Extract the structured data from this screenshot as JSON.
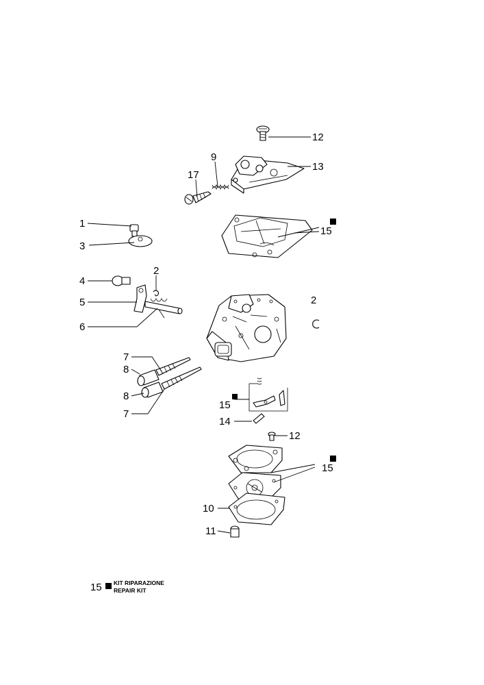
{
  "callouts": [
    {
      "id": "c12a",
      "text": "12"
    },
    {
      "id": "c13",
      "text": "13"
    },
    {
      "id": "c9",
      "text": "9"
    },
    {
      "id": "c17",
      "text": "17"
    },
    {
      "id": "c1",
      "text": "1"
    },
    {
      "id": "c3",
      "text": "3"
    },
    {
      "id": "c15a",
      "text": "15"
    },
    {
      "id": "c2a",
      "text": "2"
    },
    {
      "id": "c4",
      "text": "4"
    },
    {
      "id": "c5",
      "text": "5"
    },
    {
      "id": "c6",
      "text": "6"
    },
    {
      "id": "c2b",
      "text": "2"
    },
    {
      "id": "c7a",
      "text": "7"
    },
    {
      "id": "c8a",
      "text": "8"
    },
    {
      "id": "c8b",
      "text": "8"
    },
    {
      "id": "c7b",
      "text": "7"
    },
    {
      "id": "c15b",
      "text": "15"
    },
    {
      "id": "c14",
      "text": "14"
    },
    {
      "id": "c12b",
      "text": "12"
    },
    {
      "id": "c15c",
      "text": "15"
    },
    {
      "id": "c10",
      "text": "10"
    },
    {
      "id": "c11",
      "text": "11"
    }
  ],
  "legend": {
    "number": "15",
    "line1": "KIT RIPARAZIONE",
    "line2": "REPAIR KIT"
  }
}
